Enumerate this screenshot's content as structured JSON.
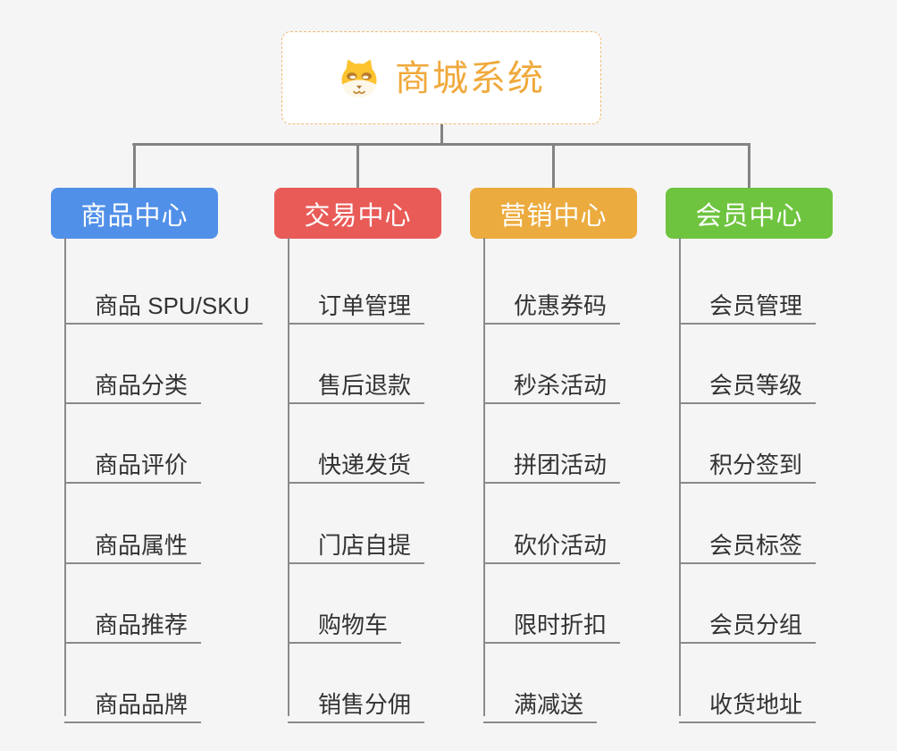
{
  "background": "#f5f5f6",
  "connector_color": "#838383",
  "leaf_line_color": "#8a8a8a",
  "leaf_text_color": "#333333",
  "root": {
    "title": "商城系统",
    "icon": "dog-face-icon",
    "text_color": "#f0a93c",
    "border_color": "#f0bb72",
    "background": "#ffffff"
  },
  "branches": [
    {
      "label": "商品中心",
      "color": "#5190e8",
      "items": [
        "商品 SPU/SKU",
        "商品分类",
        "商品评价",
        "商品属性",
        "商品推荐",
        "商品品牌"
      ]
    },
    {
      "label": "交易中心",
      "color": "#e85b57",
      "items": [
        "订单管理",
        "售后退款",
        "快递发货",
        "门店自提",
        "购物车",
        "销售分佣"
      ]
    },
    {
      "label": "营销中心",
      "color": "#ecab3e",
      "items": [
        "优惠券码",
        "秒杀活动",
        "拼团活动",
        "砍价活动",
        "限时折扣",
        "满减送"
      ]
    },
    {
      "label": "会员中心",
      "color": "#6ec43f",
      "items": [
        "会员管理",
        "会员等级",
        "积分签到",
        "会员标签",
        "会员分组",
        "收货地址"
      ]
    }
  ]
}
